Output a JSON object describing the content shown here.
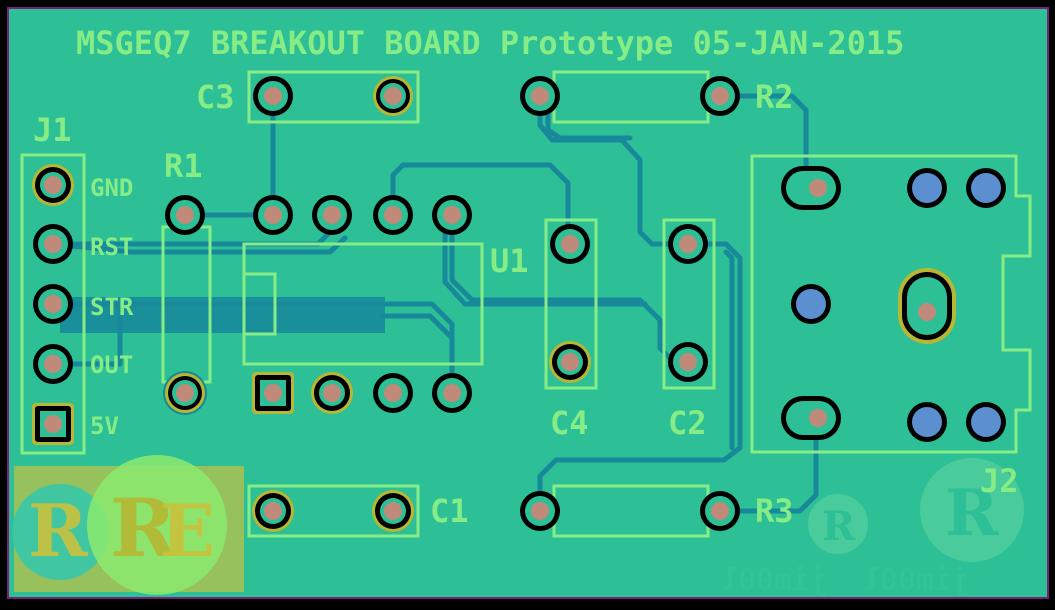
{
  "board": {
    "title": "MSGEQ7 BREAKOUT BOARD Prototype 05-JAN-2015",
    "designators": {
      "c3": "C3",
      "r1": "R1",
      "r2": "R2",
      "j1": "J1",
      "u1": "U1",
      "c4": "C4",
      "c2": "C2",
      "c1": "C1",
      "r3": "R3",
      "j2": "J2"
    },
    "pin_labels": [
      "GND",
      "RST",
      "STR",
      "OUT",
      "5V"
    ],
    "mirrored_tags": [
      "jim00l",
      "jim00l"
    ]
  },
  "colors": {
    "board": "#2dbf95",
    "silkscreen": "#86ec86",
    "copper_trace": "#17899a",
    "pad": "#c08a7a",
    "pad_ring": "#000000",
    "via": "#5b8fd0",
    "outline": "#7a1f7a"
  }
}
